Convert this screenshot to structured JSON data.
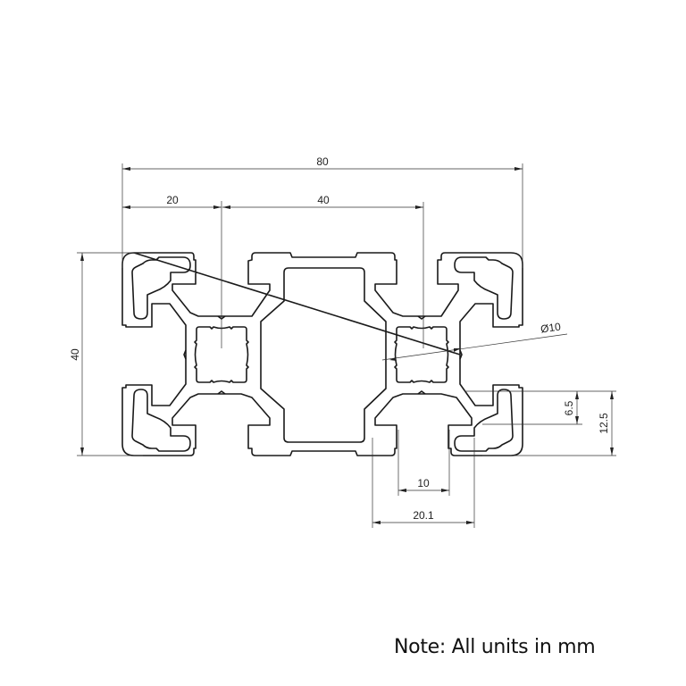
{
  "drawing": {
    "title": "8040 T-slot aluminum extrusion profile cross-section",
    "line_color": "#1a1a1a",
    "background": "#ffffff"
  },
  "dimensions": {
    "overall_width": "80",
    "slot_pitch_left": "20",
    "slot_pitch_center": "40",
    "overall_height": "40",
    "center_bore": "Ø10",
    "slot_depth_inner": "6.5",
    "slot_depth_outer": "12.5",
    "slot_opening": "10",
    "slot_width": "20.1"
  },
  "note": {
    "text": "Note: All units in mm"
  }
}
